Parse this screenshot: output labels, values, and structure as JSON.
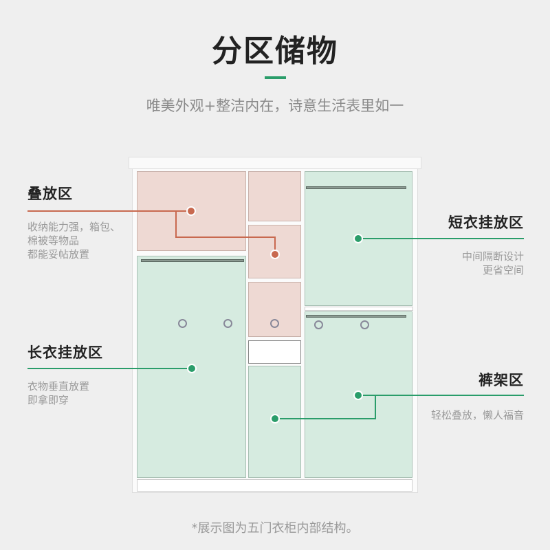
{
  "header": {
    "title": "分区储物",
    "subtitle": "唯美外观+整洁内在，诗意生活表里如一"
  },
  "zones": {
    "fold": {
      "label": "叠放区",
      "desc": [
        "收纳能力强，箱包、",
        "棉被等物品",
        "都能妥帖放置"
      ]
    },
    "long": {
      "label": "长衣挂放区",
      "desc": [
        "衣物垂直放置",
        "即拿即穿"
      ]
    },
    "short": {
      "label": "短衣挂放区",
      "desc": [
        "中间隔断设计",
        "更省空间"
      ]
    },
    "pants": {
      "label": "裤架区",
      "desc": [
        "轻松叠放，懒人福音"
      ]
    }
  },
  "colors": {
    "accent_green": "#2a9d6a",
    "accent_pink": "#c8694f"
  },
  "footer": {
    "note": "*展示图为五门衣柜内部结构。"
  }
}
